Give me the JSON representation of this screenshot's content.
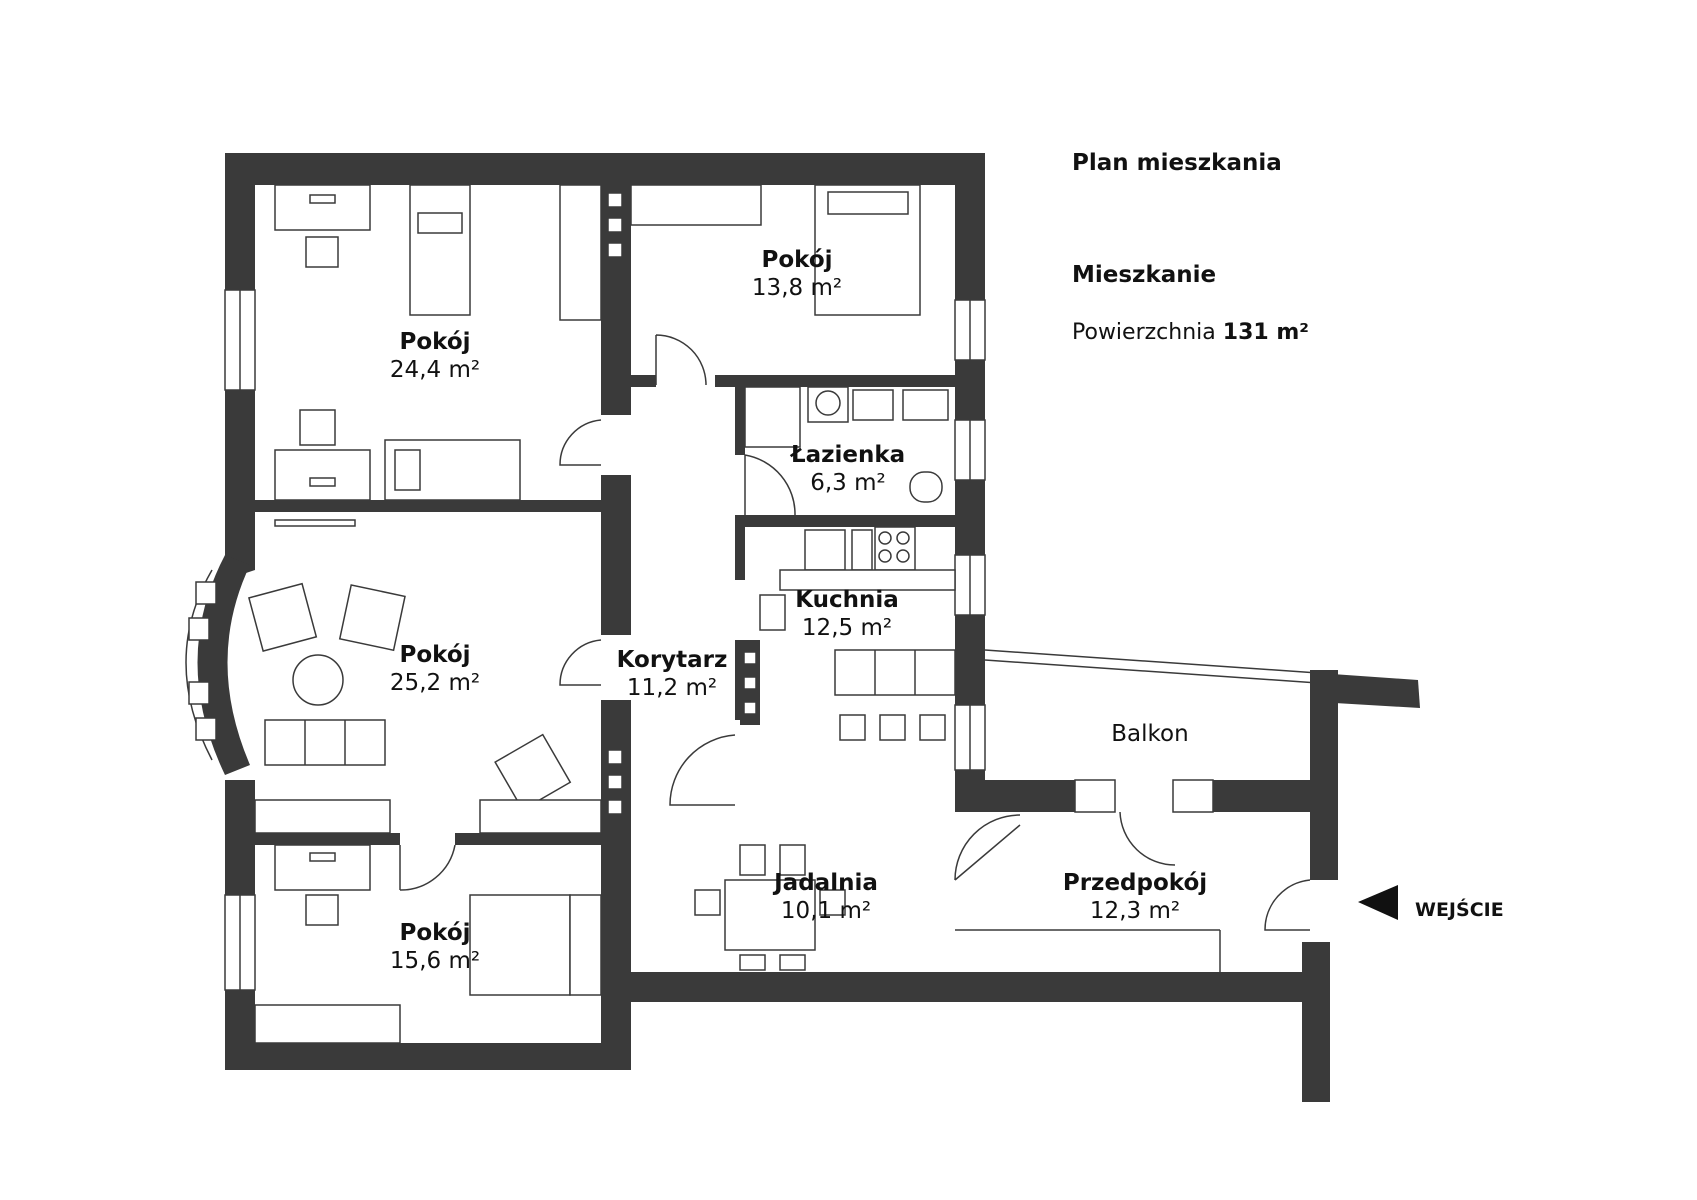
{
  "info": {
    "title": "Plan mieszkania",
    "subtitle": "Mieszkanie",
    "area_label": "Powierzchnia",
    "area_value": "131 m²"
  },
  "rooms": [
    {
      "name": "Pokój",
      "area": "24,4 m²"
    },
    {
      "name": "Pokój",
      "area": "13,8 m²"
    },
    {
      "name": "Łazienka",
      "area": "6,3 m²"
    },
    {
      "name": "Kuchnia",
      "area": "12,5 m²"
    },
    {
      "name": "Pokój",
      "area": "25,2 m²"
    },
    {
      "name": "Korytarz",
      "area": "11,2 m²"
    },
    {
      "name": "Jadalnia",
      "area": "10,1 m²"
    },
    {
      "name": "Przedpokój",
      "area": "12,3 m²"
    },
    {
      "name": "Pokój",
      "area": "15,6 m²"
    }
  ],
  "balcony": {
    "label": "Balkon"
  },
  "entrance": {
    "label": "WEJŚCIE"
  },
  "colors": {
    "wall": "#3a3a3a",
    "background": "#ffffff"
  }
}
